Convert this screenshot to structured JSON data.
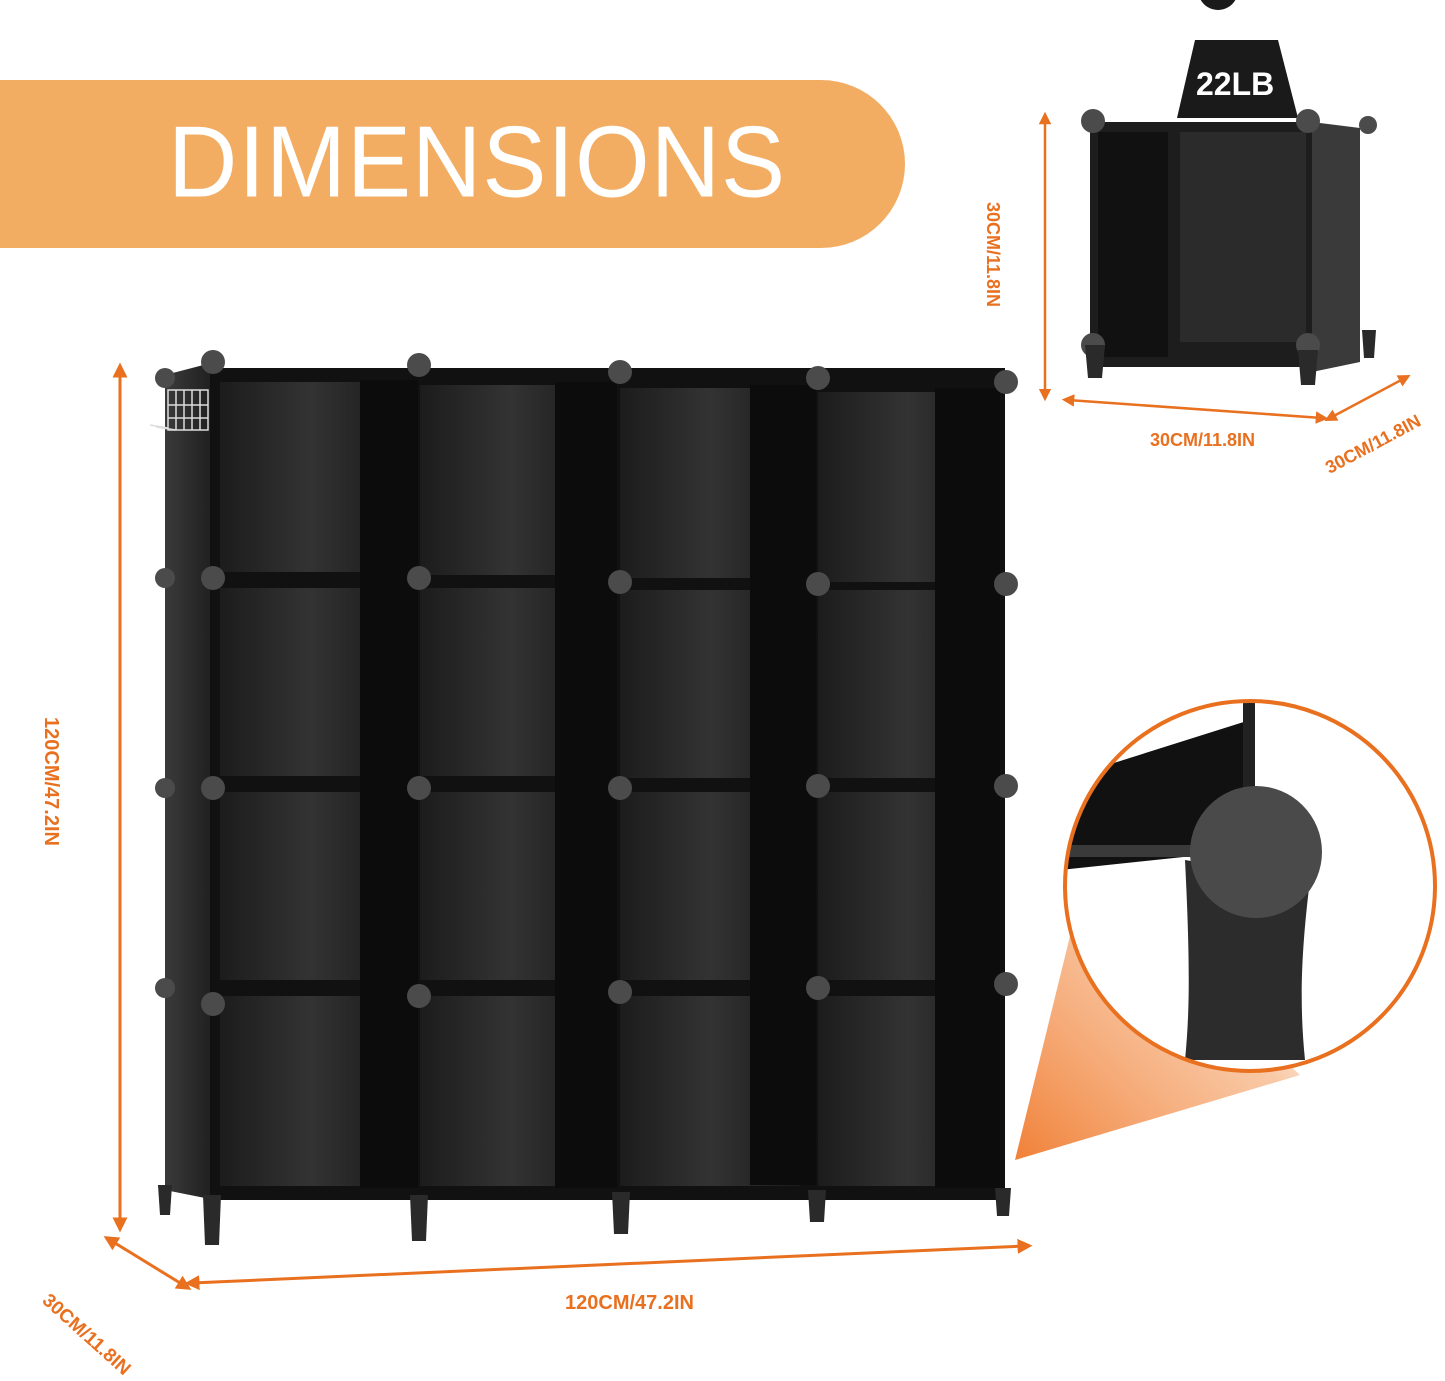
{
  "banner": {
    "title": "DIMENSIONS",
    "color": "#f3ad63"
  },
  "main_unit": {
    "description": "4x4 black cube storage organizer",
    "rows": 4,
    "columns": 4,
    "height_label": "120CM/47.2IN",
    "width_label": "120CM/47.2IN",
    "depth_label": "30CM/11.8IN",
    "accessory": "side wire hook rack"
  },
  "single_cube": {
    "weight_label": "22LB",
    "height_label": "30CM/11.8IN",
    "width_label": "30CM/11.8IN",
    "depth_label": "30CM/11.8IN"
  },
  "detail_callout": {
    "description": "magnified leg/connector detail",
    "border_color": "#e8701f"
  },
  "colors": {
    "accent_orange": "#e8701f",
    "banner_orange": "#f3ad63",
    "unit_black": "#1a1a1a",
    "connector_gray": "#4a4a4a"
  }
}
